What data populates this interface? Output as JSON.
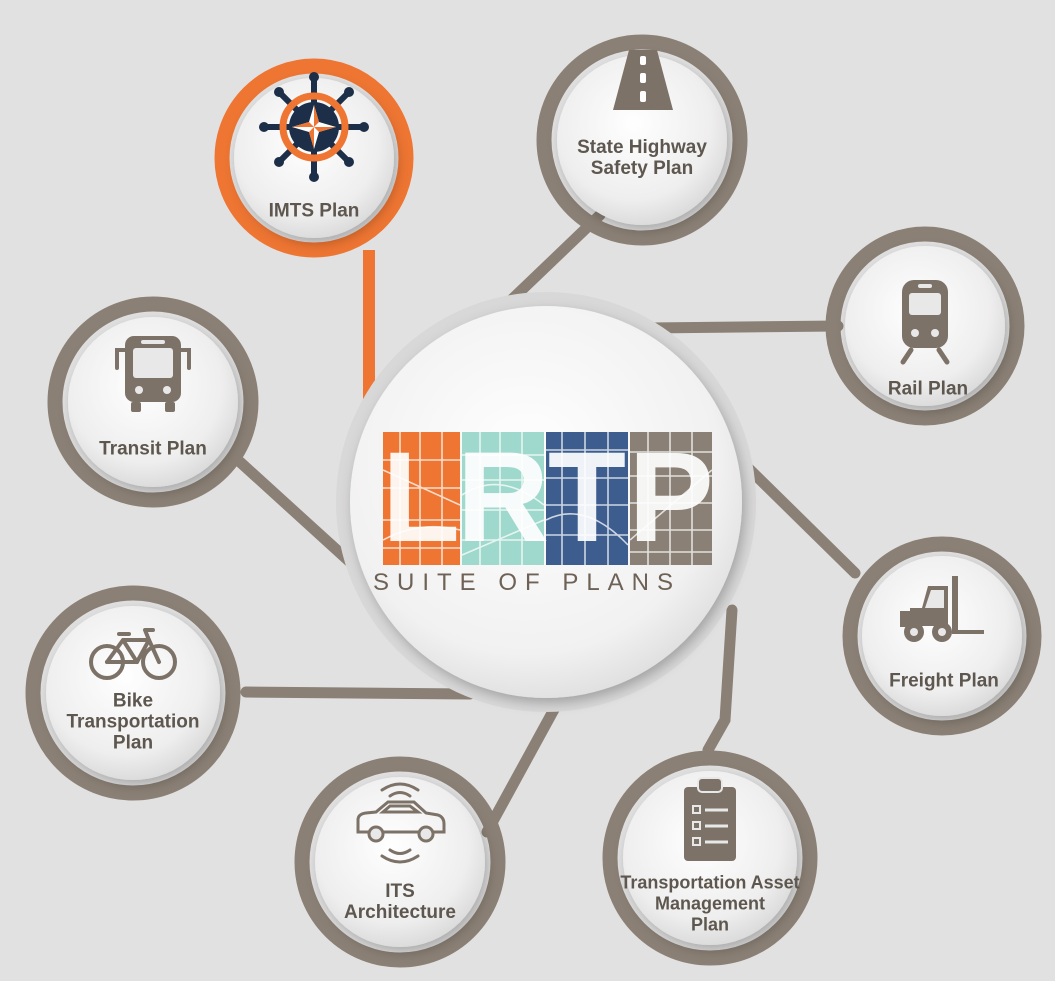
{
  "hub": {
    "letters": [
      "L",
      "R",
      "T",
      "P"
    ],
    "subtitle": "SUITE OF PLANS",
    "colors": [
      "#ee7532",
      "#9fd8cc",
      "#3c5d8e",
      "#8a8075"
    ]
  },
  "colors": {
    "node_ring": "#8a8075",
    "highlight_ring": "#ee7532",
    "icon": "#7d7268",
    "label": "#5e574f"
  },
  "nodes": [
    {
      "id": "imts",
      "lines": [
        "IMTS Plan"
      ],
      "icon": "ships-wheel-icon",
      "highlight": true
    },
    {
      "id": "highway",
      "lines": [
        "State Highway",
        "Safety Plan"
      ],
      "icon": "road-icon",
      "highlight": false
    },
    {
      "id": "rail",
      "lines": [
        "Rail Plan"
      ],
      "icon": "train-icon",
      "highlight": false
    },
    {
      "id": "freight",
      "lines": [
        "Freight Plan"
      ],
      "icon": "forklift-icon",
      "highlight": false
    },
    {
      "id": "asset",
      "lines": [
        "Transportation Asset",
        "Management",
        "Plan"
      ],
      "icon": "clipboard-icon",
      "highlight": false
    },
    {
      "id": "its",
      "lines": [
        "ITS",
        "Architecture"
      ],
      "icon": "connected-car-icon",
      "highlight": false
    },
    {
      "id": "bike",
      "lines": [
        "Bike",
        "Transportation",
        "Plan"
      ],
      "icon": "bicycle-icon",
      "highlight": false
    },
    {
      "id": "transit",
      "lines": [
        "Transit Plan"
      ],
      "icon": "bus-icon",
      "highlight": false
    }
  ]
}
